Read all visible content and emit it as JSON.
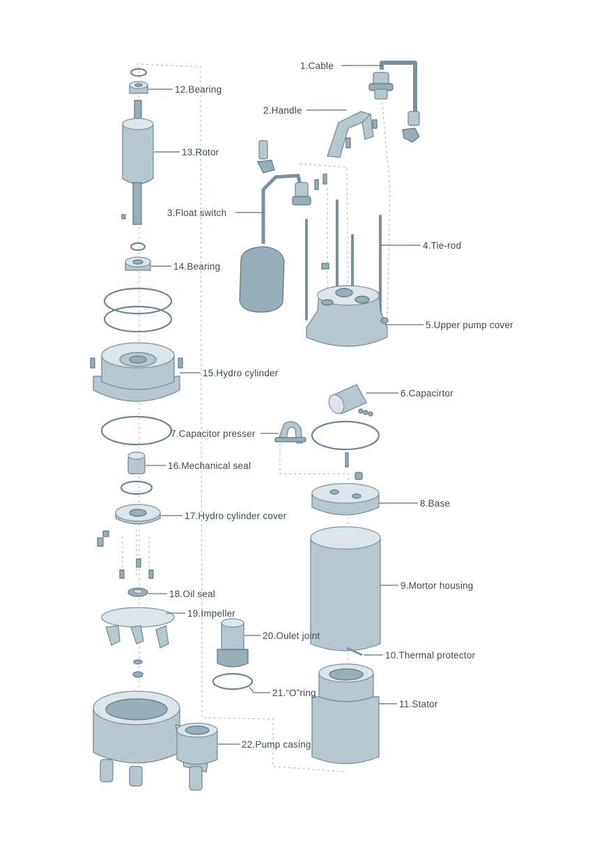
{
  "labels": [
    {
      "id": "cable",
      "text": "1.Cable"
    },
    {
      "id": "handle",
      "text": "2.Handle"
    },
    {
      "id": "float-switch",
      "text": "3.Float switch"
    },
    {
      "id": "tie-rod",
      "text": "4.Tie-rod"
    },
    {
      "id": "upper-pump-cover",
      "text": "5.Upper pump cover"
    },
    {
      "id": "capacitor",
      "text": "6.Capacirtor"
    },
    {
      "id": "capacitor-presser",
      "text": "7.Capacitor presser"
    },
    {
      "id": "base",
      "text": "8.Base"
    },
    {
      "id": "motor-housing",
      "text": "9.Mortor housing"
    },
    {
      "id": "thermal-protector",
      "text": "10.Thermal protector"
    },
    {
      "id": "stator",
      "text": "11.Stator"
    },
    {
      "id": "bearing-top",
      "text": "12.Bearing"
    },
    {
      "id": "rotor",
      "text": "13.Rotor"
    },
    {
      "id": "bearing-lower",
      "text": "14.Bearing"
    },
    {
      "id": "hydro-cylinder",
      "text": "15.Hydro cylinder"
    },
    {
      "id": "mechanical-seal",
      "text": "16.Mechanical seal"
    },
    {
      "id": "hydro-cylinder-cover",
      "text": "17.Hydro cylinder cover"
    },
    {
      "id": "oil-seal",
      "text": "18.Oil seal"
    },
    {
      "id": "impeller",
      "text": "19.Impeller"
    },
    {
      "id": "outlet-joint",
      "text": "20.Oulet joint"
    },
    {
      "id": "o-ring",
      "text": "21.“O”ring"
    },
    {
      "id": "pump-casing",
      "text": "22.Pump casing"
    }
  ],
  "colors": {
    "part_fill": "#b7c7cf",
    "part_stroke": "#6f8590",
    "label_text": "#3d4a52",
    "leader": "#5c6f79",
    "dashed_guides": "#a8bdc8"
  }
}
